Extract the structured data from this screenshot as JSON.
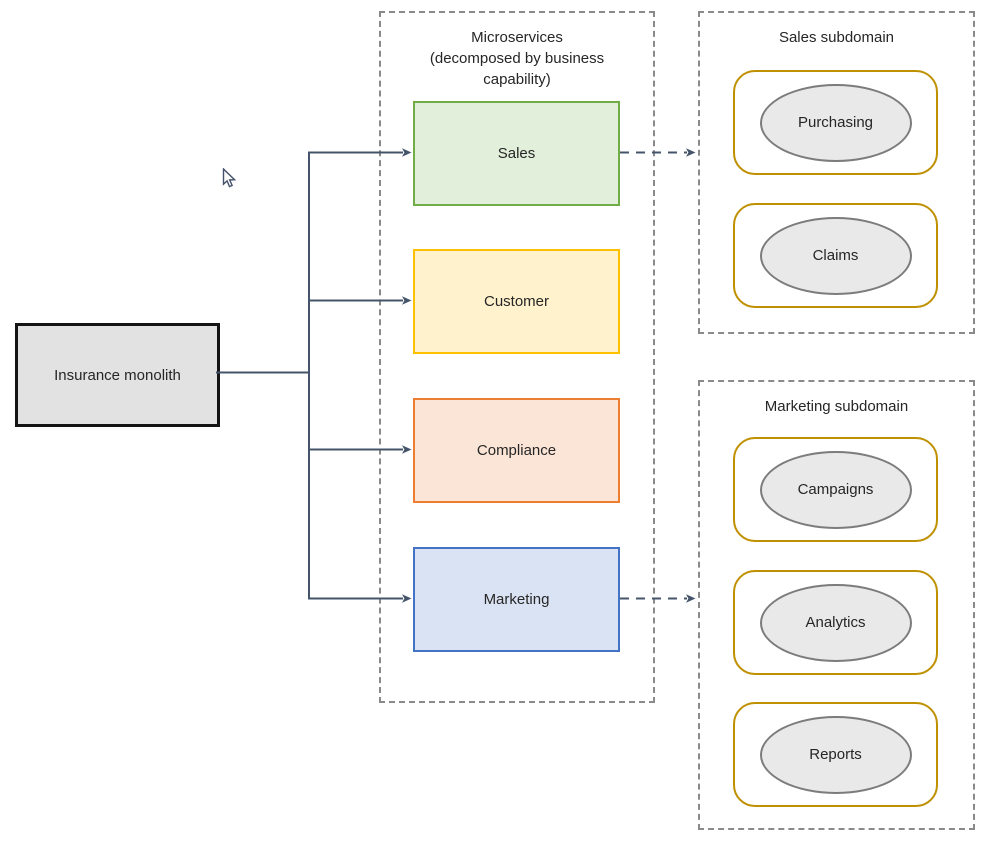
{
  "diagram": {
    "monolith": {
      "label": "Insurance monolith"
    },
    "microservices": {
      "title": "Microservices (decomposed by business capability)",
      "services": [
        {
          "label": "Sales",
          "fill": "#e2efda",
          "border": "#70ad47"
        },
        {
          "label": "Customer",
          "fill": "#fff2cc",
          "border": "#ffc000"
        },
        {
          "label": "Compliance",
          "fill": "#fbe5d6",
          "border": "#ed7d31"
        },
        {
          "label": "Marketing",
          "fill": "#dae3f3",
          "border": "#4472c4"
        }
      ]
    },
    "subdomains": [
      {
        "title": "Sales subdomain",
        "items": [
          "Purchasing",
          "Claims"
        ]
      },
      {
        "title": "Marketing subdomain",
        "items": [
          "Campaigns",
          "Analytics",
          "Reports"
        ]
      }
    ],
    "colors": {
      "connector": "#44546a",
      "group_border": "#8a8a8a",
      "card_border": "#bf9000",
      "ellipse_fill": "#e9e9e9",
      "ellipse_border": "#7c7c7c",
      "monolith_fill": "#e2e2e2",
      "monolith_border": "#141414"
    }
  }
}
